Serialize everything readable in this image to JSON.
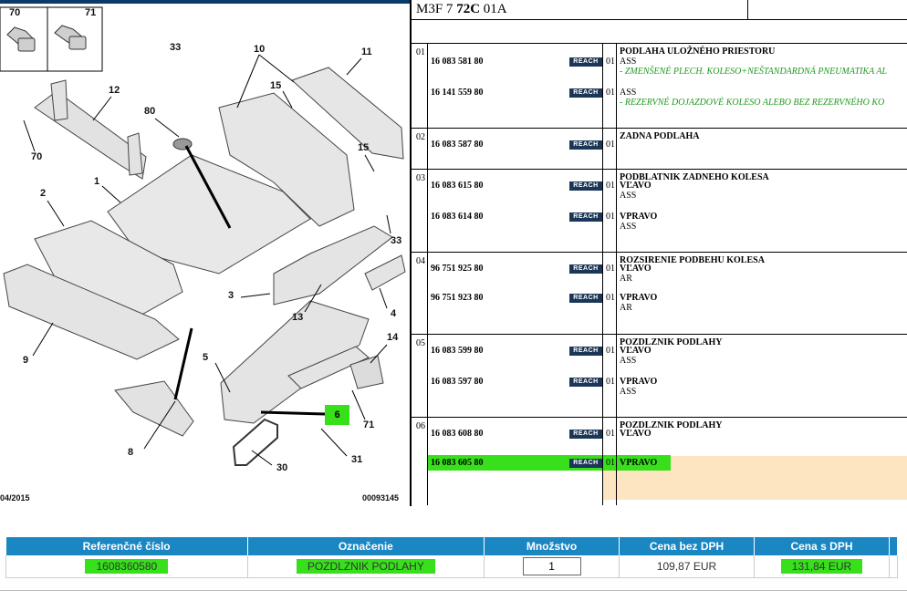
{
  "diagram": {
    "callouts": {
      "n70_top": "70",
      "n71_top": "71",
      "n33_top": "33",
      "n10": "10",
      "n11": "11",
      "n12": "12",
      "n15_a": "15",
      "n80": "80",
      "n70_left": "70",
      "n15_b": "15",
      "n1": "1",
      "n2": "2",
      "n33_right": "33",
      "n3": "3",
      "n13": "13",
      "n4": "4",
      "n9": "9",
      "n14": "14",
      "n5": "5",
      "n6": "6",
      "n71_bottom": "71",
      "n8": "8",
      "n31": "31",
      "n30": "30"
    },
    "footer_date": "04/2015",
    "footer_code": "00093145"
  },
  "parts_panel": {
    "reference_code_prefix": "M3F 7 ",
    "reference_code_bold": "72C",
    "reference_code_suffix": " 01A",
    "reach_label": "REACH",
    "groups": [
      {
        "no": "01",
        "title": "PODLAHA ULOŽNÉHO PRIESTORU",
        "lines": [
          {
            "pn": "16 083 581 80",
            "qty": "01",
            "d1": "ASS",
            "d2": "- ZMENŠENÉ PLECH. KOLESO+NEŠTANDARDNÁ PNEUMATIKA AL"
          },
          {
            "pn": "16 141 559 80",
            "qty": "01",
            "d1": "ASS",
            "d2": "- REZERVNÉ DOJAZDOVÉ KOLESO ALEBO BEZ REZERVNÉHO KO"
          }
        ]
      },
      {
        "no": "02",
        "title": "ZADNA PODLAHA",
        "lines": [
          {
            "pn": "16 083 587 80",
            "qty": "01"
          }
        ]
      },
      {
        "no": "03",
        "title": "PODBLATNIK ZADNEHO KOLESA",
        "lines": [
          {
            "pn": "16 083 615 80",
            "qty": "01",
            "d1": "VĽAVO",
            "d2": "ASS"
          },
          {
            "pn": "16 083 614 80",
            "qty": "01",
            "d1": "VPRAVO",
            "d2": "ASS"
          }
        ]
      },
      {
        "no": "04",
        "title": "ROZSIRENIE PODBEHU KOLESA",
        "lines": [
          {
            "pn": "96 751 925 80",
            "qty": "01",
            "d1": "VĽAVO",
            "d2": "AR"
          },
          {
            "pn": "96 751 923 80",
            "qty": "01",
            "d1": "VPRAVO",
            "d2": "AR"
          }
        ]
      },
      {
        "no": "05",
        "title": "POZDLZNIK PODLAHY",
        "lines": [
          {
            "pn": "16 083 599 80",
            "qty": "01",
            "d1": "VĽAVO",
            "d2": "ASS"
          },
          {
            "pn": "16 083 597 80",
            "qty": "01",
            "d1": "VPRAVO",
            "d2": "ASS"
          }
        ]
      },
      {
        "no": "06",
        "title": "POZDLZNIK PODLAHY",
        "lines": [
          {
            "pn": "16 083 608 80",
            "qty": "01",
            "d1": "VĽAVO"
          },
          {
            "pn": "16 083 605 80",
            "qty": "01",
            "d1": "VPRAVO"
          }
        ]
      }
    ]
  },
  "cart": {
    "headers": [
      "Referenčné číslo",
      "Označenie",
      "Množstvo",
      "Cena bez DPH",
      "Cena s DPH"
    ],
    "row": {
      "reference": "1608360580",
      "designation": "POZDLZNIK PODLAHY",
      "quantity": "1",
      "price_excl_vat": "109,87 EUR",
      "price_incl_vat": "131,84 EUR"
    }
  },
  "colors": {
    "highlight_green": "#38e01c",
    "header_blue": "#1a86c2",
    "reach_navy": "#1b3656",
    "note_green": "#1e9a1e",
    "selected_row_peach": "#fce5c0"
  }
}
